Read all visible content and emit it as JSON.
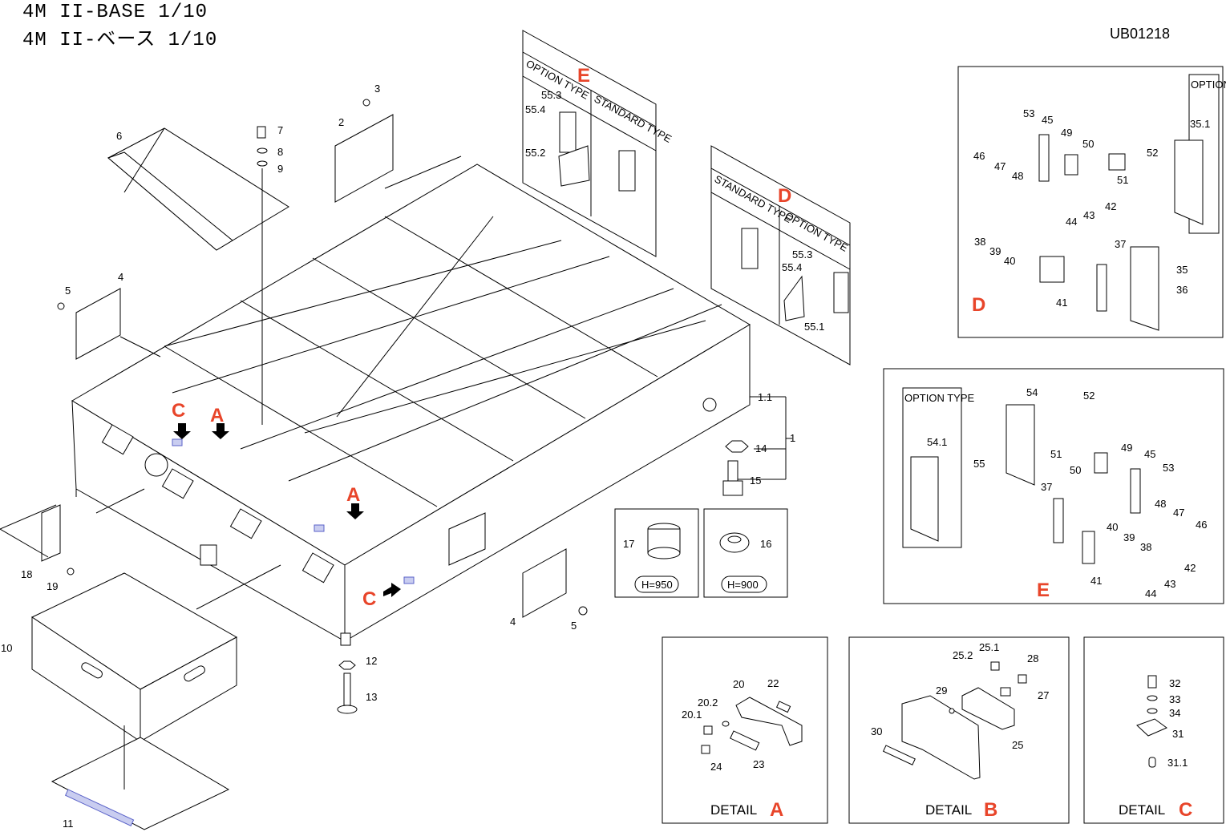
{
  "header": {
    "title_en": "4M II-BASE  1/10",
    "title_jp": "4M II-ベース  1/10",
    "code": "UB01218"
  },
  "callouts": {
    "A": "A",
    "B": "B",
    "C": "C",
    "D": "D",
    "E": "E"
  },
  "panels": {
    "E_sheet": {
      "option": "OPTION TYPE",
      "standard": "STANDARD TYPE"
    },
    "D_sheet": {
      "standard": "STANDARD TYPE",
      "option": "OPTION TYPE"
    },
    "detail_d": {
      "option_label": "OPTION TYPE"
    },
    "detail_e": {
      "option_label": "OPTION TYPE"
    },
    "feet": {
      "h950": "H=950",
      "h900": "H=900"
    },
    "detail_a": {
      "caption": "DETAIL"
    },
    "detail_b": {
      "caption": "DETAIL"
    },
    "detail_c": {
      "caption": "DETAIL"
    }
  },
  "part_numbers": {
    "main": [
      "1",
      "1.1",
      "2",
      "3",
      "4",
      "5",
      "6",
      "7",
      "8",
      "9",
      "10",
      "11",
      "12",
      "13",
      "14",
      "15",
      "16",
      "17",
      "18",
      "19"
    ],
    "sheet_e": [
      "55.2",
      "55.3",
      "55.4"
    ],
    "sheet_d": [
      "55.1",
      "55.3",
      "55.4"
    ],
    "detail_d": [
      "35",
      "35.1",
      "36",
      "37",
      "38",
      "39",
      "40",
      "41",
      "42",
      "43",
      "44",
      "45",
      "46",
      "47",
      "48",
      "49",
      "50",
      "51",
      "52",
      "53"
    ],
    "detail_e": [
      "37",
      "38",
      "39",
      "40",
      "41",
      "42",
      "43",
      "44",
      "45",
      "46",
      "47",
      "48",
      "49",
      "50",
      "51",
      "52",
      "53",
      "54",
      "54.1",
      "55"
    ],
    "detail_a": [
      "20",
      "20.1",
      "20.2",
      "22",
      "23",
      "24"
    ],
    "detail_b": [
      "25",
      "25.1",
      "25.2",
      "27",
      "28",
      "29",
      "30"
    ],
    "detail_c": [
      "31",
      "31.1",
      "32",
      "33",
      "34"
    ]
  }
}
